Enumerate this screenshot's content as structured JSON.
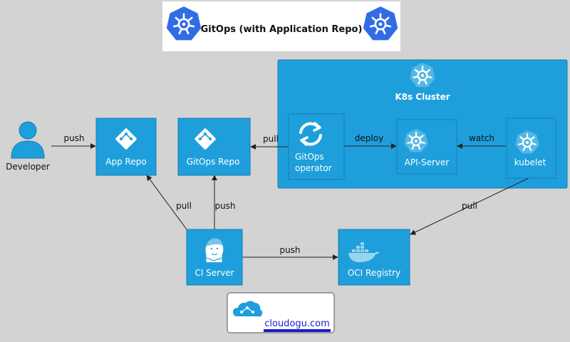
{
  "title": "GitOps (with Application Repo)",
  "cluster": {
    "label": "K8s Cluster"
  },
  "nodes": {
    "developer": "Developer",
    "app_repo": "App Repo",
    "gitops_repo": "GitOps Repo",
    "gitops_operator_line1": "GitOps",
    "gitops_operator_line2": "operator",
    "api_server": "API-Server",
    "kubelet": "kubelet",
    "ci_server": "CI Server",
    "oci_registry": "OCI Registry"
  },
  "edges": {
    "dev_to_app": "push",
    "operator_pull": "pull",
    "deploy": "deploy",
    "watch": "watch",
    "ci_pull_app": "pull",
    "ci_push_gitops": "push",
    "kubelet_pull": "pull",
    "ci_push_registry": "push"
  },
  "logo": {
    "text": "cloudogu.com"
  },
  "colors": {
    "background": "#d3d3d3",
    "node_fill": "#1e9fdc",
    "node_border": "#157eaf",
    "cluster_fill": "#1e9fdc",
    "k8s_blue": "#326ce5",
    "logo_underline": "#1a1acc"
  }
}
